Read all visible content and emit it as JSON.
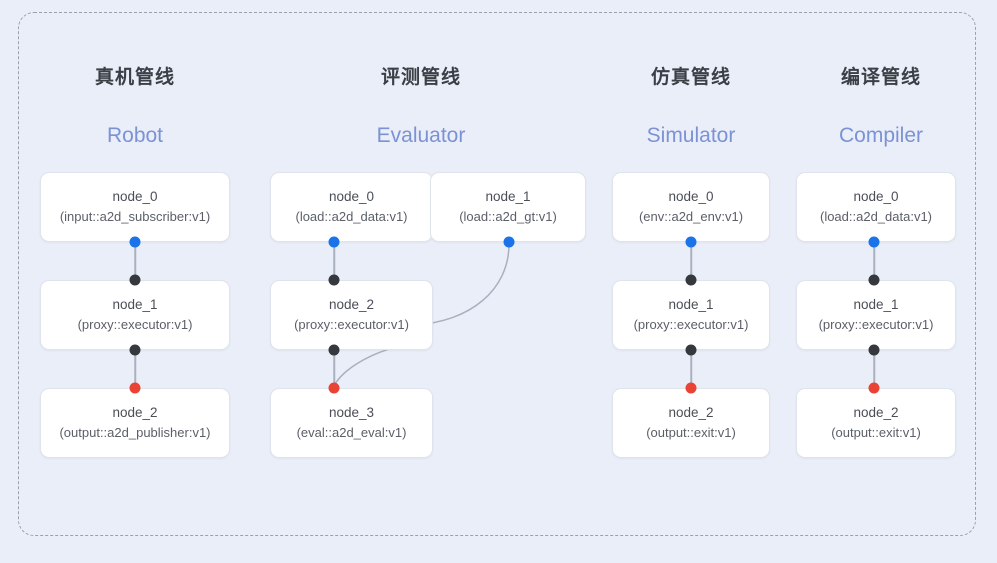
{
  "diagram": {
    "background_color": "#eaeef8",
    "frame_style": "dashed",
    "frame_color": "#9aa0ac",
    "dot_colors": {
      "input": "#1a73e8",
      "middle": "#35383d",
      "output": "#ea4335"
    },
    "edge_color": "#a9b0be"
  },
  "columns": [
    {
      "title": "真机管线",
      "subtitle": "Robot",
      "nodes": [
        {
          "name": "node_0",
          "spec": "(input::a2d_subscriber:v1)"
        },
        {
          "name": "node_1",
          "spec": "(proxy::executor:v1)"
        },
        {
          "name": "node_2",
          "spec": "(output::a2d_publisher:v1)"
        }
      ]
    },
    {
      "title": "评测管线",
      "subtitle": "Evaluator",
      "nodes": [
        {
          "name": "node_0",
          "spec": "(load::a2d_data:v1)"
        },
        {
          "name": "node_2",
          "spec": "(proxy::executor:v1)"
        },
        {
          "name": "node_3",
          "spec": "(eval::a2d_eval:v1)"
        }
      ],
      "side_node": {
        "name": "node_1",
        "spec": "(load::a2d_gt:v1)"
      }
    },
    {
      "title": "仿真管线",
      "subtitle": "Simulator",
      "nodes": [
        {
          "name": "node_0",
          "spec": "(env::a2d_env:v1)"
        },
        {
          "name": "node_1",
          "spec": "(proxy::executor:v1)"
        },
        {
          "name": "node_2",
          "spec": "(output::exit:v1)"
        }
      ]
    },
    {
      "title": "编译管线",
      "subtitle": "Compiler",
      "nodes": [
        {
          "name": "node_0",
          "spec": "(load::a2d_data:v1)"
        },
        {
          "name": "node_1",
          "spec": "(proxy::executor:v1)"
        },
        {
          "name": "node_2",
          "spec": "(output::exit:v1)"
        }
      ]
    }
  ]
}
